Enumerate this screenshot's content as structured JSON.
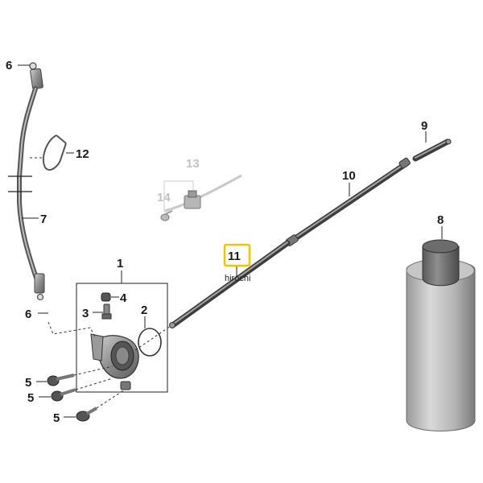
{
  "labels": {
    "l1": "1",
    "l2": "2",
    "l3": "3",
    "l4": "4",
    "l5a": "5",
    "l5b": "5",
    "l5c": "5",
    "l6a": "6",
    "l6b": "6",
    "l7": "7",
    "l8": "8",
    "l9": "9",
    "l10": "10",
    "l11": "11",
    "l12": "12",
    "l13": "13",
    "l14": "14"
  },
  "watermark": "hirochi",
  "colors": {
    "highlight": "#f2c400",
    "part_dark": "#4a4a4a",
    "part_mid": "#8a8a8a",
    "part_light": "#d2d2d2",
    "faded": "#c2c2c2"
  }
}
